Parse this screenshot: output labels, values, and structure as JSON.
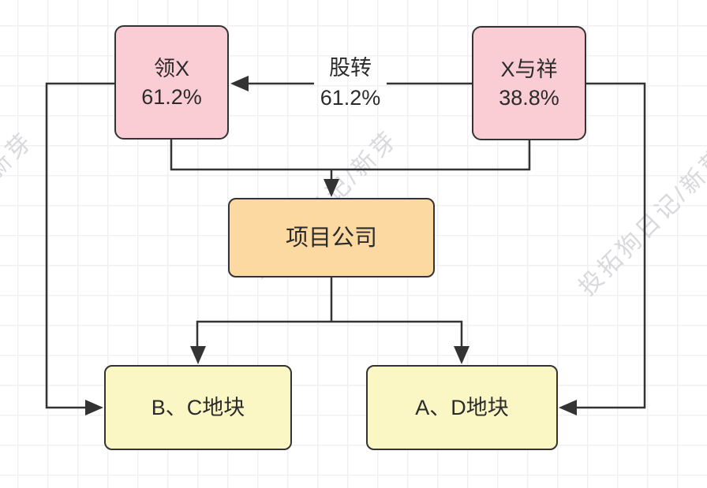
{
  "watermark": {
    "text": "投拓狗日记/新芽",
    "color": "#D9D9DD"
  },
  "colors": {
    "line": "#333333",
    "node_border": "#333333",
    "text": "#2B2B2B",
    "shareholder_fill": "#F9CDD3",
    "project_fill": "#FCD9A1",
    "parcel_fill": "#FBF7C5",
    "grid": "#F1F1F4"
  },
  "nodes": {
    "shareholder_left": {
      "line1": "领X",
      "line2": "61.2%",
      "fill": "#F9CDD3"
    },
    "shareholder_right": {
      "line1": "X与祥",
      "line2": "38.8%",
      "fill": "#F9CDD3"
    },
    "project_company": {
      "label": "项目公司",
      "fill": "#FCD9A1"
    },
    "parcel_bc": {
      "label": "B、C地块",
      "fill": "#FBF7C5"
    },
    "parcel_ad": {
      "label": "A、D地块",
      "fill": "#FBF7C5"
    }
  },
  "edges": {
    "share_transfer": {
      "line1": "股转",
      "line2": "61.2%"
    }
  }
}
